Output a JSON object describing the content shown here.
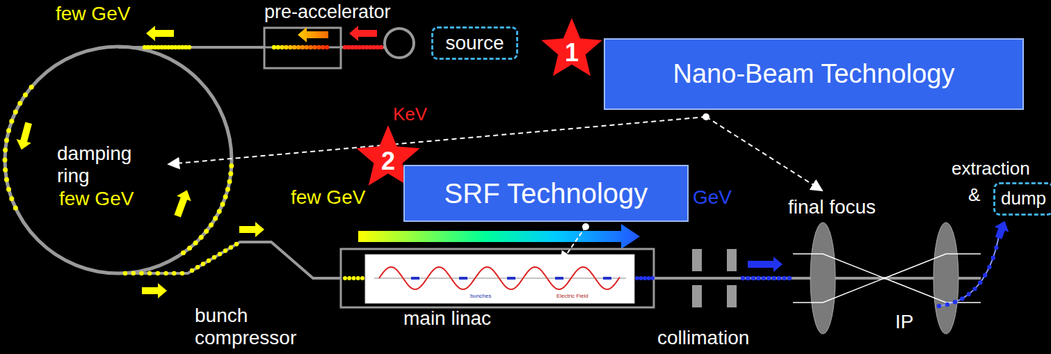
{
  "diagram": {
    "nodes": [
      {
        "text": [
          "source"
        ]
      },
      {
        "text": [
          "Nano-Beam Technology"
        ]
      },
      {
        "text": [
          "SRF Technology"
        ]
      },
      {
        "text": [
          "dump"
        ]
      }
    ],
    "labels": [
      "pre-accelerator",
      "few GeV",
      "damping ring",
      "few GeV",
      "KeV",
      "1",
      "2",
      "few GeV",
      "GeV",
      "final focus",
      "extraction",
      "&",
      "bunch compressor",
      "main linac",
      "collimation",
      "IP",
      "bunches",
      "Electric Field"
    ]
  }
}
